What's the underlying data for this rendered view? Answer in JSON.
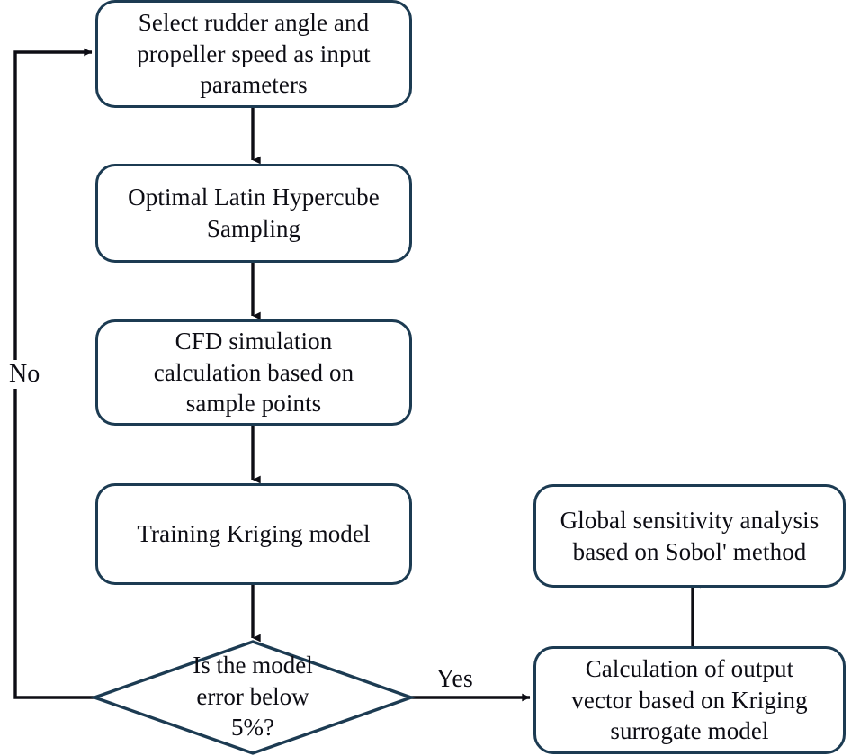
{
  "diagram": {
    "title": "Kriging surrogate model and global sensitivity analysis workflow",
    "type": "flowchart",
    "stroke_color": "#1c3b52",
    "text_color": "#0d0d14",
    "background_color": "#ffffff",
    "nodes": [
      {
        "id": "input-parameters",
        "shape": "rounded-rect",
        "text": "Select rudder angle and\npropeller speed as input\nparameters"
      },
      {
        "id": "latin-hypercube",
        "shape": "rounded-rect",
        "text": "Optimal Latin Hypercube\nSampling"
      },
      {
        "id": "cfd-simulation",
        "shape": "rounded-rect",
        "text": "CFD simulation\ncalculation based on\nsample points"
      },
      {
        "id": "training-kriging",
        "shape": "rounded-rect",
        "text": "Training Kriging model"
      },
      {
        "id": "model-error-decision",
        "shape": "diamond",
        "text": "Is the model\nerror below\n5%?"
      },
      {
        "id": "output-vector",
        "shape": "rounded-rect",
        "text": "Calculation of output\nvector based on Kriging\nsurrogate model"
      },
      {
        "id": "sobol-analysis",
        "shape": "rounded-rect",
        "text": "Global sensitivity analysis\nbased on Sobol' method"
      }
    ],
    "edge_labels": {
      "no": "No",
      "yes": "Yes"
    }
  }
}
